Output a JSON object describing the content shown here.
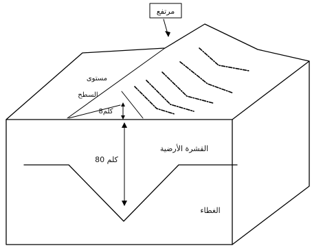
{
  "labels": {
    "elevation": "مرتفع",
    "surface_line1": "مستوى",
    "surface_line2": "السطح",
    "depth_shallow": "8كلم",
    "depth_deep": "80 كلم",
    "crust": "القشرة الأرضية",
    "mantle": "الغطاء"
  }
}
